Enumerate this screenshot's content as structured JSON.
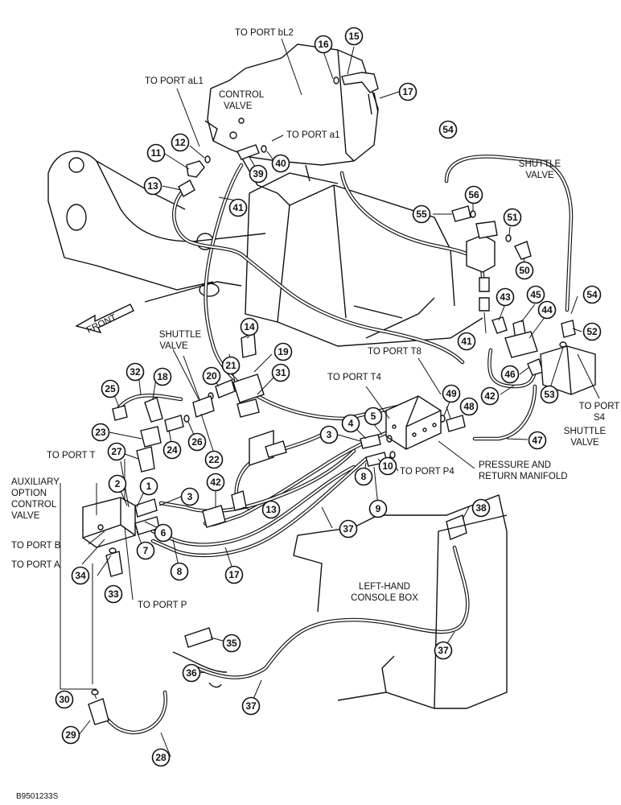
{
  "labels": {
    "to_port_bl2": "TO PORT bL2",
    "control_valve_1": "CONTROL",
    "control_valve_2": "VALVE",
    "to_port_al1": "TO PORT aL1",
    "to_port_a1": "TO PORT a1",
    "shuttle_valve_top_1": "SHUTTLE",
    "shuttle_valve_top_2": "VALVE",
    "front": "FRONT",
    "shuttle_valve_left_1": "SHUTTLE",
    "shuttle_valve_left_2": "VALVE",
    "to_port_t8": "TO PORT T8",
    "to_port_t4": "TO PORT T4",
    "to_port_s4_1": "TO PORT",
    "to_port_s4_2": "S4",
    "shuttle_valve_right_1": "SHUTTLE",
    "shuttle_valve_right_2": "VALVE",
    "to_port_t": "TO PORT T",
    "aux_1": "AUXILIARY",
    "aux_2": "OPTION",
    "aux_3": "CONTROL",
    "aux_4": "VALVE",
    "to_port_p4": "TO PORT P4",
    "manifold_1": "PRESSURE AND",
    "manifold_2": "RETURN MANIFOLD",
    "to_port_b": "TO PORT B",
    "to_port_a": "TO PORT A",
    "to_port_p": "TO PORT P",
    "console_1": "LEFT-HAND",
    "console_2": "CONSOLE BOX",
    "figure_code": "B9501233S"
  },
  "callouts": {
    "c1": "1",
    "c2": "2",
    "c3": "3",
    "c4": "4",
    "c5": "5",
    "c6": "6",
    "c7": "7",
    "c8": "8",
    "c9": "9",
    "c10": "10",
    "c11": "11",
    "c12": "12",
    "c13": "13",
    "c14": "14",
    "c15": "15",
    "c16": "16",
    "c17": "17",
    "c18": "18",
    "c19": "19",
    "c20": "20",
    "c21": "21",
    "c22": "22",
    "c23": "23",
    "c24": "24",
    "c25": "25",
    "c26": "26",
    "c27": "27",
    "c28": "28",
    "c29": "29",
    "c30": "30",
    "c31": "31",
    "c32": "32",
    "c33": "33",
    "c34": "34",
    "c35": "35",
    "c36": "36",
    "c37": "37",
    "c38": "38",
    "c39": "39",
    "c40": "40",
    "c41": "41",
    "c42": "42",
    "c43": "43",
    "c44": "44",
    "c45": "45",
    "c46": "46",
    "c47": "47",
    "c48": "48",
    "c49": "49",
    "c50": "50",
    "c51": "51",
    "c52": "52",
    "c53": "53",
    "c54": "54",
    "c55": "55",
    "c56": "56"
  }
}
